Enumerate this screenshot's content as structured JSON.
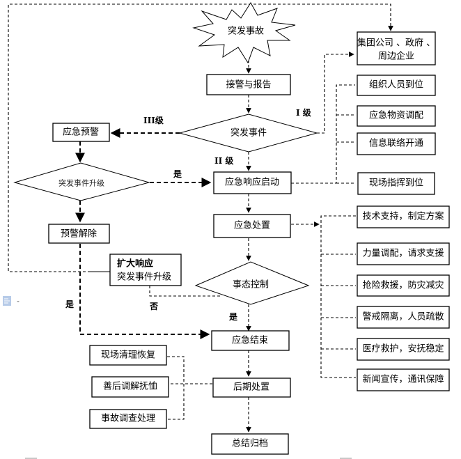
{
  "diagram": {
    "start": "突发事故",
    "receive_report": "接警与报告",
    "decision_event": "突发事件",
    "level_1": "I 级",
    "level_2": "II 级",
    "level_3": "III级",
    "group_company": [
      "集团公司 、政府 、",
      "周边企业"
    ],
    "response_resources": [
      "组织人员到位",
      "应急物资调配",
      "信息联络开通",
      "现场指挥到位"
    ],
    "early_warning": "应急预警",
    "decision_upgrade": "突发事件升级",
    "yes_upgrade": "是",
    "warning_cancel": "预警解除",
    "response_start": "应急响应启动",
    "emergency_handling": "应急处置",
    "handling_tasks": [
      "技术支持，制定方案",
      "力量调配，请求支援",
      "抢险救援，防灾减灾",
      "警戒隔离，人员疏散",
      "医疗救护，安抚稳定",
      "新闻宣传，通讯保障"
    ],
    "expand_response_title": "扩大响应",
    "expand_response_sub": "突发事件升级",
    "decision_control": "事态控制",
    "no_label": "否",
    "yes_control": "是",
    "yes_cancel": "是",
    "emergency_end": "应急结束",
    "aftermath": "后期处置",
    "aftermath_tasks": [
      "现场清理恢复",
      "善后调解抚恤",
      "事故调查处理"
    ],
    "archive": "总结归档"
  },
  "colors": {
    "line": "#000000",
    "background": "#ffffff",
    "doc_icon": "#b7cbe8"
  }
}
